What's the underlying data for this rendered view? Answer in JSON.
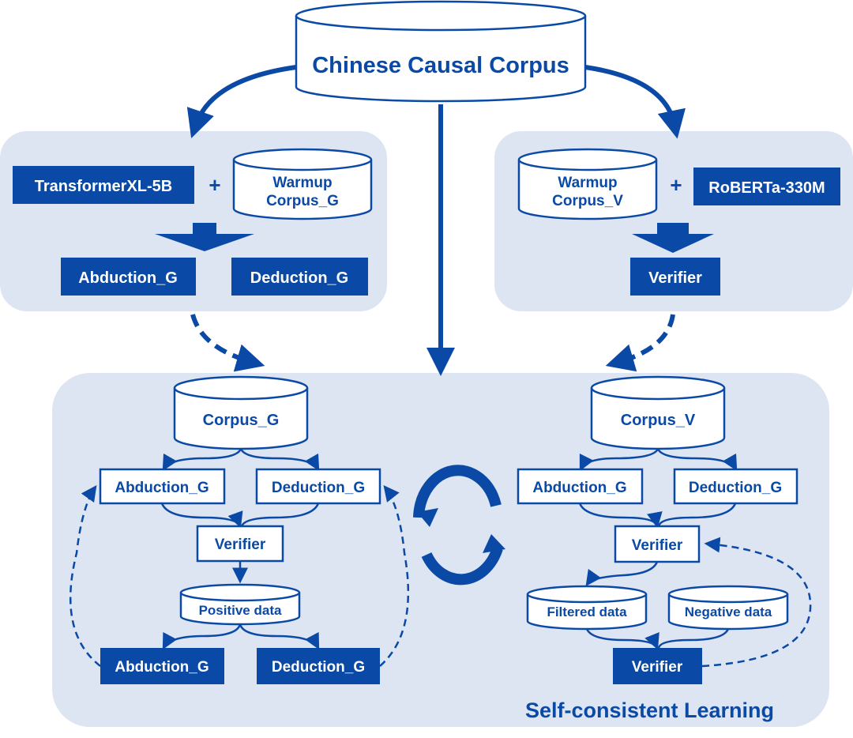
{
  "colors": {
    "primary": "#0a4aa6",
    "panel": "#dde5f2",
    "white": "#ffffff"
  },
  "top": {
    "corpus": "Chinese Causal Corpus"
  },
  "generator_panel": {
    "model": "TransformerXL-5B",
    "plus": "+",
    "warmup_corpus": [
      "Warmup",
      "Corpus_G"
    ],
    "abduction": "Abduction_G",
    "deduction": "Deduction_G"
  },
  "verifier_panel": {
    "warmup_corpus": [
      "Warmup",
      "Corpus_V"
    ],
    "plus": "+",
    "model": "RoBERTa-330M",
    "verifier": "Verifier"
  },
  "self_consistent": {
    "title": "Self-consistent Learning",
    "left": {
      "corpus": "Corpus_G",
      "abduction": "Abduction_G",
      "deduction": "Deduction_G",
      "verifier": "Verifier",
      "positive": "Positive data",
      "abduction_out": "Abduction_G",
      "deduction_out": "Deduction_G"
    },
    "right": {
      "corpus": "Corpus_V",
      "abduction": "Abduction_G",
      "deduction": "Deduction_G",
      "verifier": "Verifier",
      "filtered": "Filtered data",
      "negative": "Negative data",
      "verifier_out": "Verifier"
    }
  }
}
